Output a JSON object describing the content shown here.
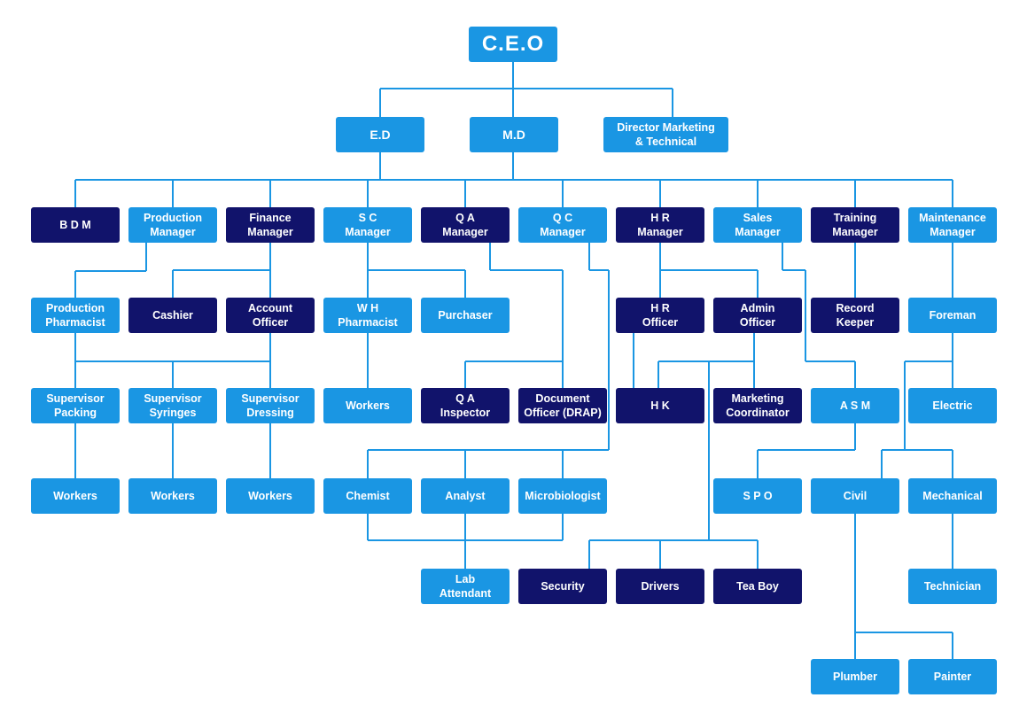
{
  "colors": {
    "light": "#1a96e3",
    "dark": "#11136b",
    "line": "#1a96e3"
  },
  "nodes": {
    "ceo": "C.E.O",
    "ed": "E.D",
    "md": "M.D",
    "dmt": "Director Marketing\n& Technical",
    "bdm": "B D M",
    "prodmgr": "Production\nManager",
    "finmgr": "Finance\nManager",
    "scmgr": "S C\nManager",
    "qamgr": "Q A\nManager",
    "qcmgr": "Q C\nManager",
    "hrmgr": "H R\nManager",
    "salesmgr": "Sales\nManager",
    "trainmgr": "Training\nManager",
    "maintmgr": "Maintenance\nManager",
    "prodpharm": "Production\nPharmacist",
    "cashier": "Cashier",
    "acctofficer": "Account\nOfficer",
    "whpharm": "W H\nPharmacist",
    "purchaser": "Purchaser",
    "hrofficer": "H R\nOfficer",
    "adminofficer": "Admin\nOfficer",
    "recordkeeper": "Record\nKeeper",
    "foreman": "Foreman",
    "suppacking": "Supervisor\nPacking",
    "supsyringes": "Supervisor\nSyringes",
    "supdressing": "Supervisor\nDressing",
    "whworkers": "Workers",
    "qainspector": "Q A\nInspector",
    "docofficer": "Document\nOfficer (DRAP)",
    "hk": "H K",
    "mktcoord": "Marketing\nCoordinator",
    "asm": "A S M",
    "electric": "Electric",
    "workers1": "Workers",
    "workers2": "Workers",
    "workers3": "Workers",
    "chemist": "Chemist",
    "analyst": "Analyst",
    "microbio": "Microbiologist",
    "spo": "S P O",
    "civil": "Civil",
    "mechanical": "Mechanical",
    "labattendant": "Lab\nAttendant",
    "security": "Security",
    "drivers": "Drivers",
    "teaboy": "Tea Boy",
    "technician": "Technician",
    "plumber": "Plumber",
    "painter": "Painter"
  }
}
